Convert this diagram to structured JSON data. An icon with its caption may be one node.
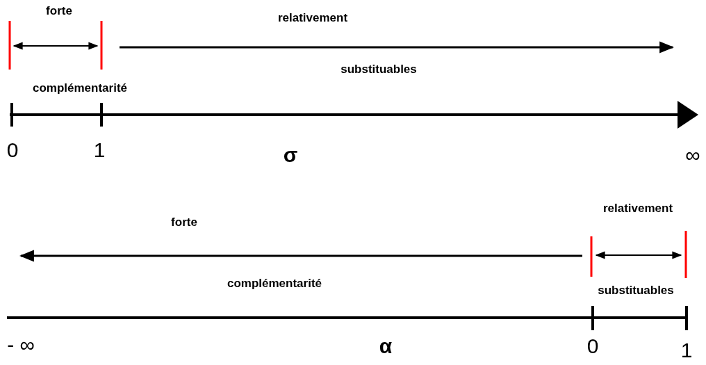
{
  "diagram": {
    "labels": [
      "forte",
      "relativement",
      "substituables",
      "complémentarité",
      "0",
      "1",
      "σ",
      "∞",
      "relativement",
      "forte",
      "complémentarité",
      "substituables",
      "- ∞",
      "α",
      "0",
      "1"
    ]
  }
}
